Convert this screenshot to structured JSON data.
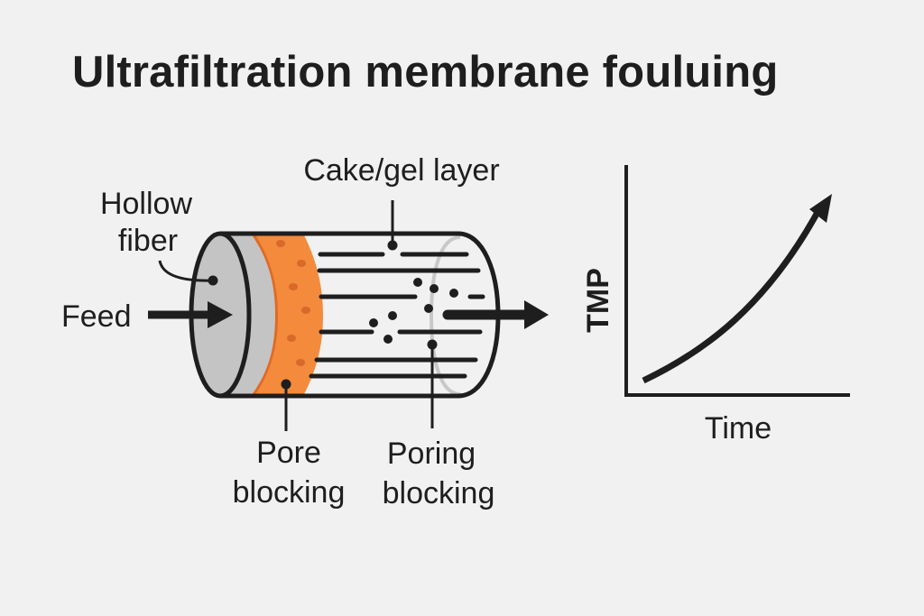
{
  "title": "Ultrafiltration membrane fouluing",
  "labels": {
    "cake_gel_layer": "Cake/gel layer",
    "hollow_fiber_line1": "Hollow",
    "hollow_fiber_line2": "fiber",
    "feed": "Feed",
    "pore_blocking_line1": "Pore",
    "pore_blocking_line2": "blocking",
    "poring_blocking_line1": "Poring",
    "poring_blocking_line2": "blocking"
  },
  "graph": {
    "y_axis_label": "TMP",
    "x_axis_label": "Time",
    "trend": "increasing"
  },
  "colors": {
    "background": "#f1f1f1",
    "ink": "#1e1e1e",
    "fiber_face": "#c4c4c4",
    "fouling_layer": "#f38a3c",
    "fouling_layer_edge": "#e06a24",
    "fouling_dots": "#d9692a",
    "ghost_ring": "#c8c8c8"
  }
}
